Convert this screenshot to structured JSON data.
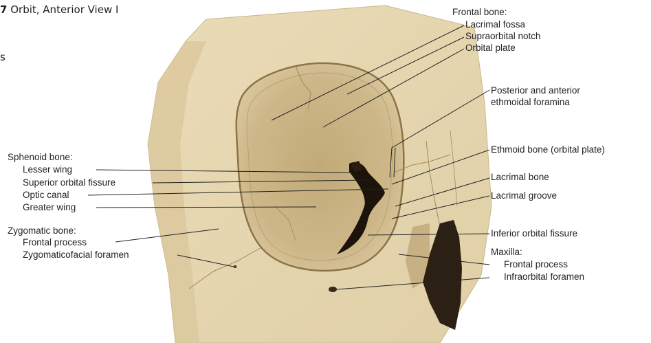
{
  "figure": {
    "number": "7",
    "title": "Orbit, Anterior View I",
    "edge_char": "s"
  },
  "labels": {
    "frontal_bone": "Frontal bone:",
    "lacrimal_fossa": "Lacrimal fossa",
    "supraorbital_notch": "Supraorbital notch",
    "orbital_plate": "Orbital plate",
    "ethmoidal_foramina_1": "Posterior and anterior",
    "ethmoidal_foramina_2": "ethmoidal foramina",
    "ethmoid_bone": "Ethmoid bone (orbital plate)",
    "lacrimal_bone": "Lacrimal bone",
    "lacrimal_groove": "Lacrimal groove",
    "inferior_orbital_fissure": "Inferior orbital fissure",
    "maxilla": "Maxilla:",
    "maxilla_frontal_process": "Frontal process",
    "infraorbital_foramen": "Infraorbital foramen",
    "sphenoid_bone": "Sphenoid bone:",
    "lesser_wing": "Lesser wing",
    "superior_orbital_fissure": "Superior orbital fissure",
    "optic_canal": "Optic canal",
    "greater_wing": "Greater wing",
    "zygomatic_bone": "Zygomatic bone:",
    "zygomatic_frontal_process": "Frontal process",
    "zygomaticofacial_foramen": "Zygomaticofacial foramen"
  }
}
